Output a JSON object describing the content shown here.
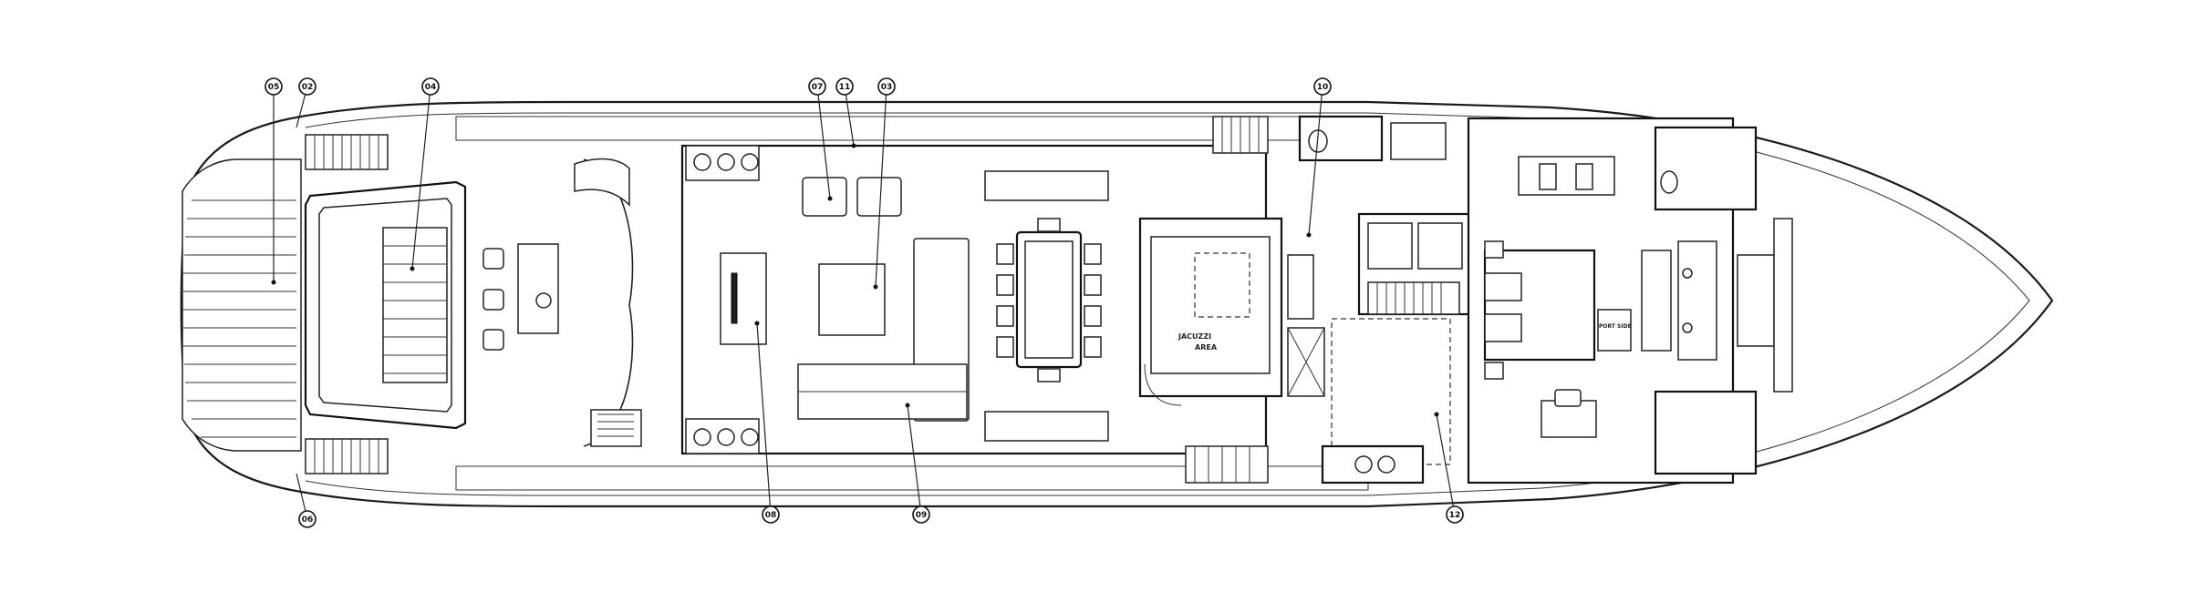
{
  "labels": {
    "jacuzzi": "JACUZZI",
    "jacuzzi_sub": "AREA",
    "bed_area": "PORT SIDE"
  },
  "callouts": [
    {
      "id": "c-aft-1",
      "text": "05"
    },
    {
      "id": "c-aft-2",
      "text": "02"
    },
    {
      "id": "c-pit",
      "text": "04"
    },
    {
      "id": "c-aft-bottom",
      "text": "06"
    },
    {
      "id": "c-salon-1",
      "text": "07"
    },
    {
      "id": "c-salon-2",
      "text": "11"
    },
    {
      "id": "c-salon-3",
      "text": "03"
    },
    {
      "id": "c-galley",
      "text": "10"
    },
    {
      "id": "c-bar",
      "text": "08"
    },
    {
      "id": "c-sofa",
      "text": "09"
    },
    {
      "id": "c-stairs",
      "text": "12"
    }
  ]
}
